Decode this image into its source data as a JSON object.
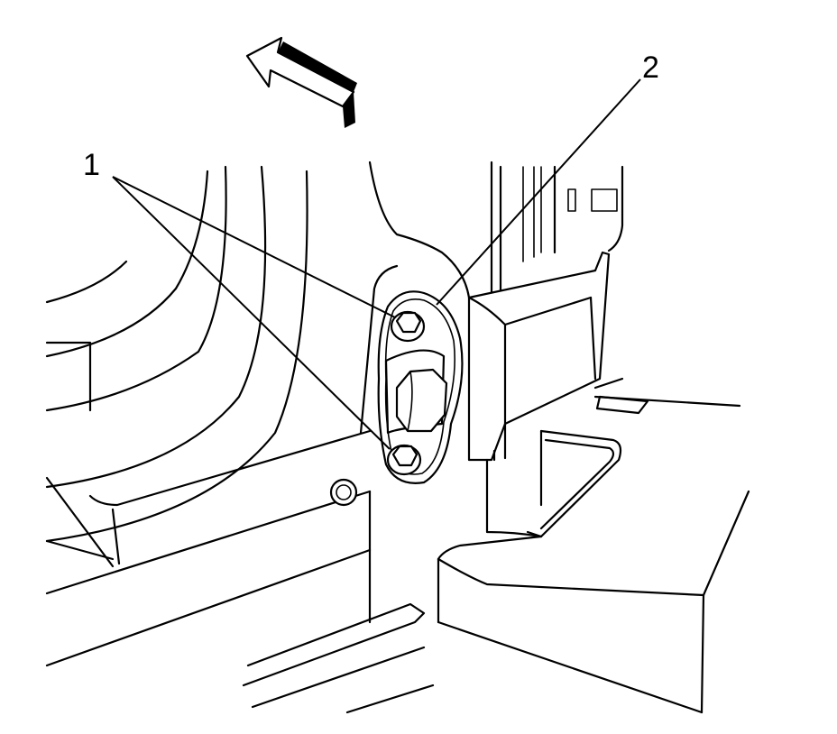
{
  "callouts": [
    {
      "id": "1",
      "label": "1"
    },
    {
      "id": "2",
      "label": "2"
    }
  ],
  "colors": {
    "line": "#000000",
    "background": "#ffffff"
  },
  "icons": {
    "direction_arrow": "forward-arrow-icon"
  }
}
